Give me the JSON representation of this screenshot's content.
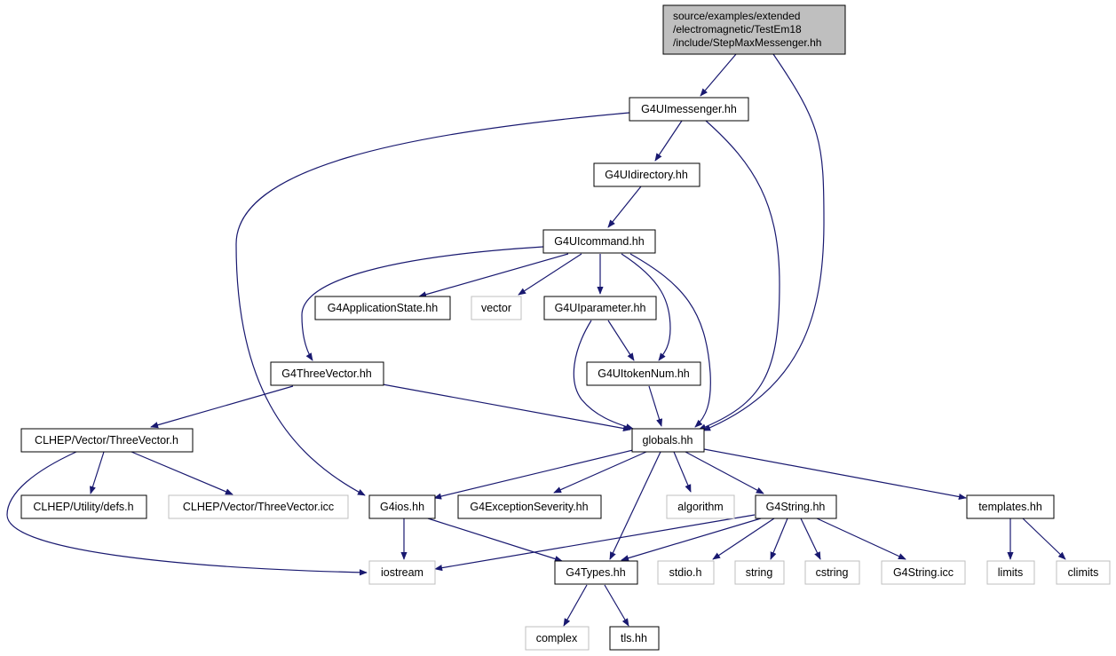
{
  "diagram": {
    "colors": {
      "edge": "#191970",
      "root_fill": "#bfbfbf",
      "node_border": "#000000",
      "external_border": "#bfbfbf",
      "text": "#000000",
      "background": "#ffffff"
    },
    "root": {
      "lines": [
        "source/examples/extended",
        "/electromagnetic/TestEm18",
        "/include/StepMaxMessenger.hh"
      ]
    },
    "nodes": {
      "g4uimessenger": "G4UImessenger.hh",
      "g4uidirectory": "G4UIdirectory.hh",
      "g4uicommand": "G4UIcommand.hh",
      "g4applicationstate": "G4ApplicationState.hh",
      "vector": "vector",
      "g4uiparameter": "G4UIparameter.hh",
      "g4threevector": "G4ThreeVector.hh",
      "g4uitokennum": "G4UItokenNum.hh",
      "clhep_threevector_h": "CLHEP/Vector/ThreeVector.h",
      "globals": "globals.hh",
      "clhep_defs": "CLHEP/Utility/defs.h",
      "clhep_threevector_icc": "CLHEP/Vector/ThreeVector.icc",
      "g4ios": "G4ios.hh",
      "g4exceptionseverity": "G4ExceptionSeverity.hh",
      "algorithm": "algorithm",
      "g4string": "G4String.hh",
      "templates": "templates.hh",
      "iostream": "iostream",
      "g4types": "G4Types.hh",
      "stdio": "stdio.h",
      "string": "string",
      "cstring": "cstring",
      "g4string_icc": "G4String.icc",
      "limits": "limits",
      "climits": "climits",
      "complex": "complex",
      "tls": "tls.hh"
    },
    "external_nodes": [
      "vector",
      "clhep_threevector_icc",
      "algorithm",
      "iostream",
      "stdio",
      "string",
      "cstring",
      "g4string_icc",
      "limits",
      "climits",
      "complex"
    ]
  }
}
